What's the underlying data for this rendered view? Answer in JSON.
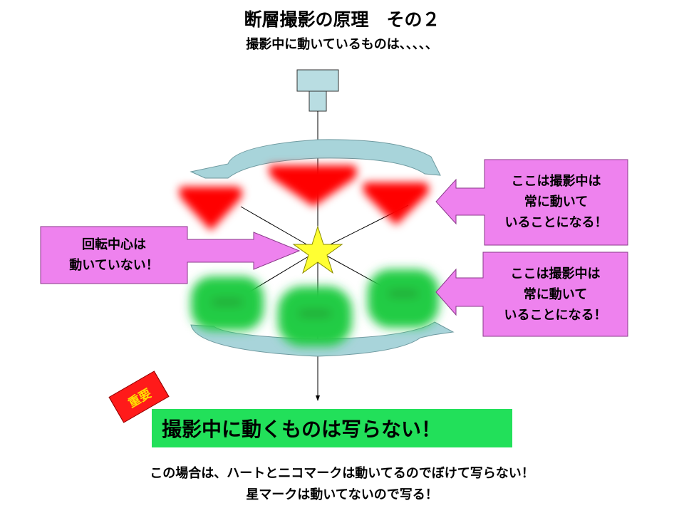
{
  "title": "断層撮影の原理　その２",
  "subtitle": "撮影中に動いているものは、、、、、",
  "callouts": {
    "left": {
      "line1": "回転中心は",
      "line2": "動いていない！"
    },
    "right_top": {
      "line1": "ここは撮影中は",
      "line2": "常に動いて",
      "line3": "いることになる！"
    },
    "right_bottom": {
      "line1": "ここは撮影中は",
      "line2": "常に動いて",
      "line3": "いることになる！"
    }
  },
  "badge": "重要",
  "key_message": "撮影中に動くものは写らない！",
  "footer": {
    "line1": "この場合は、ハートとニコマークは動いてるのでぼけて写らない！",
    "line2": "星マークは動いてないので写る！"
  },
  "colors": {
    "callout_fill": "#ee82ee",
    "callout_border": "#8b3a8b",
    "heart": "#ff0000",
    "smiley": "#22cc44",
    "star": "#ffff33",
    "arrow_teal": "#a8d4da",
    "key_box": "#22e05a",
    "badge": "#ff1a1a"
  },
  "icons": [
    "x-ray-tube-icon",
    "heart-icon",
    "smiley-icon",
    "star-icon",
    "rotation-arrow-icon"
  ]
}
